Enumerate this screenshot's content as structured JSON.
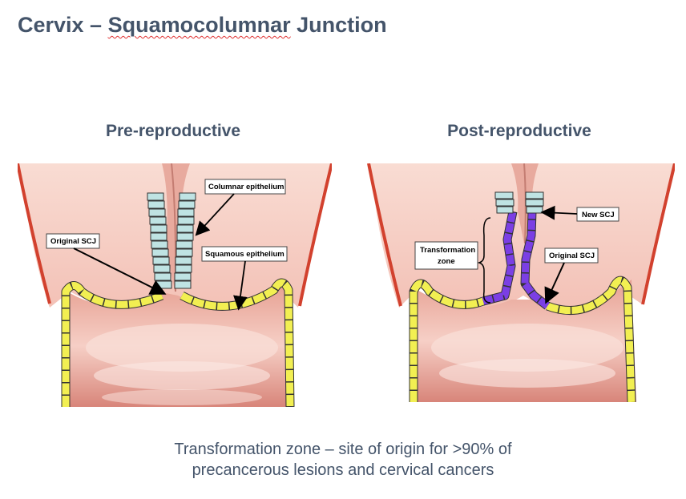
{
  "title": {
    "prefix": "Cervix – ",
    "underlined": "Squamocolumnar",
    "suffix": " Junction"
  },
  "panels": {
    "pre": {
      "title": "Pre-reproductive",
      "labels": {
        "columnar": "Columnar epithelium",
        "original_scj": "Original SCJ",
        "squamous": "Squamous epithelium"
      }
    },
    "post": {
      "title": "Post-reproductive",
      "labels": {
        "new_scj": "New SCJ",
        "transformation_line1": "Transformation",
        "transformation_line2": "zone",
        "original_scj": "Original SCJ"
      }
    }
  },
  "caption": {
    "line1": "Transformation zone – site of origin for >90% of",
    "line2": "precancerous lesions and cervical cancers"
  },
  "colors": {
    "mucosa": "#f6cfc6",
    "tissue_dark": "#c45a4d",
    "border_red": "#d2412e",
    "squamous_yellow": "#f2ef52",
    "columnar_blue": "#bfe3e3",
    "metaplastic_purple": "#7b3fe4",
    "text": "#44546a"
  }
}
